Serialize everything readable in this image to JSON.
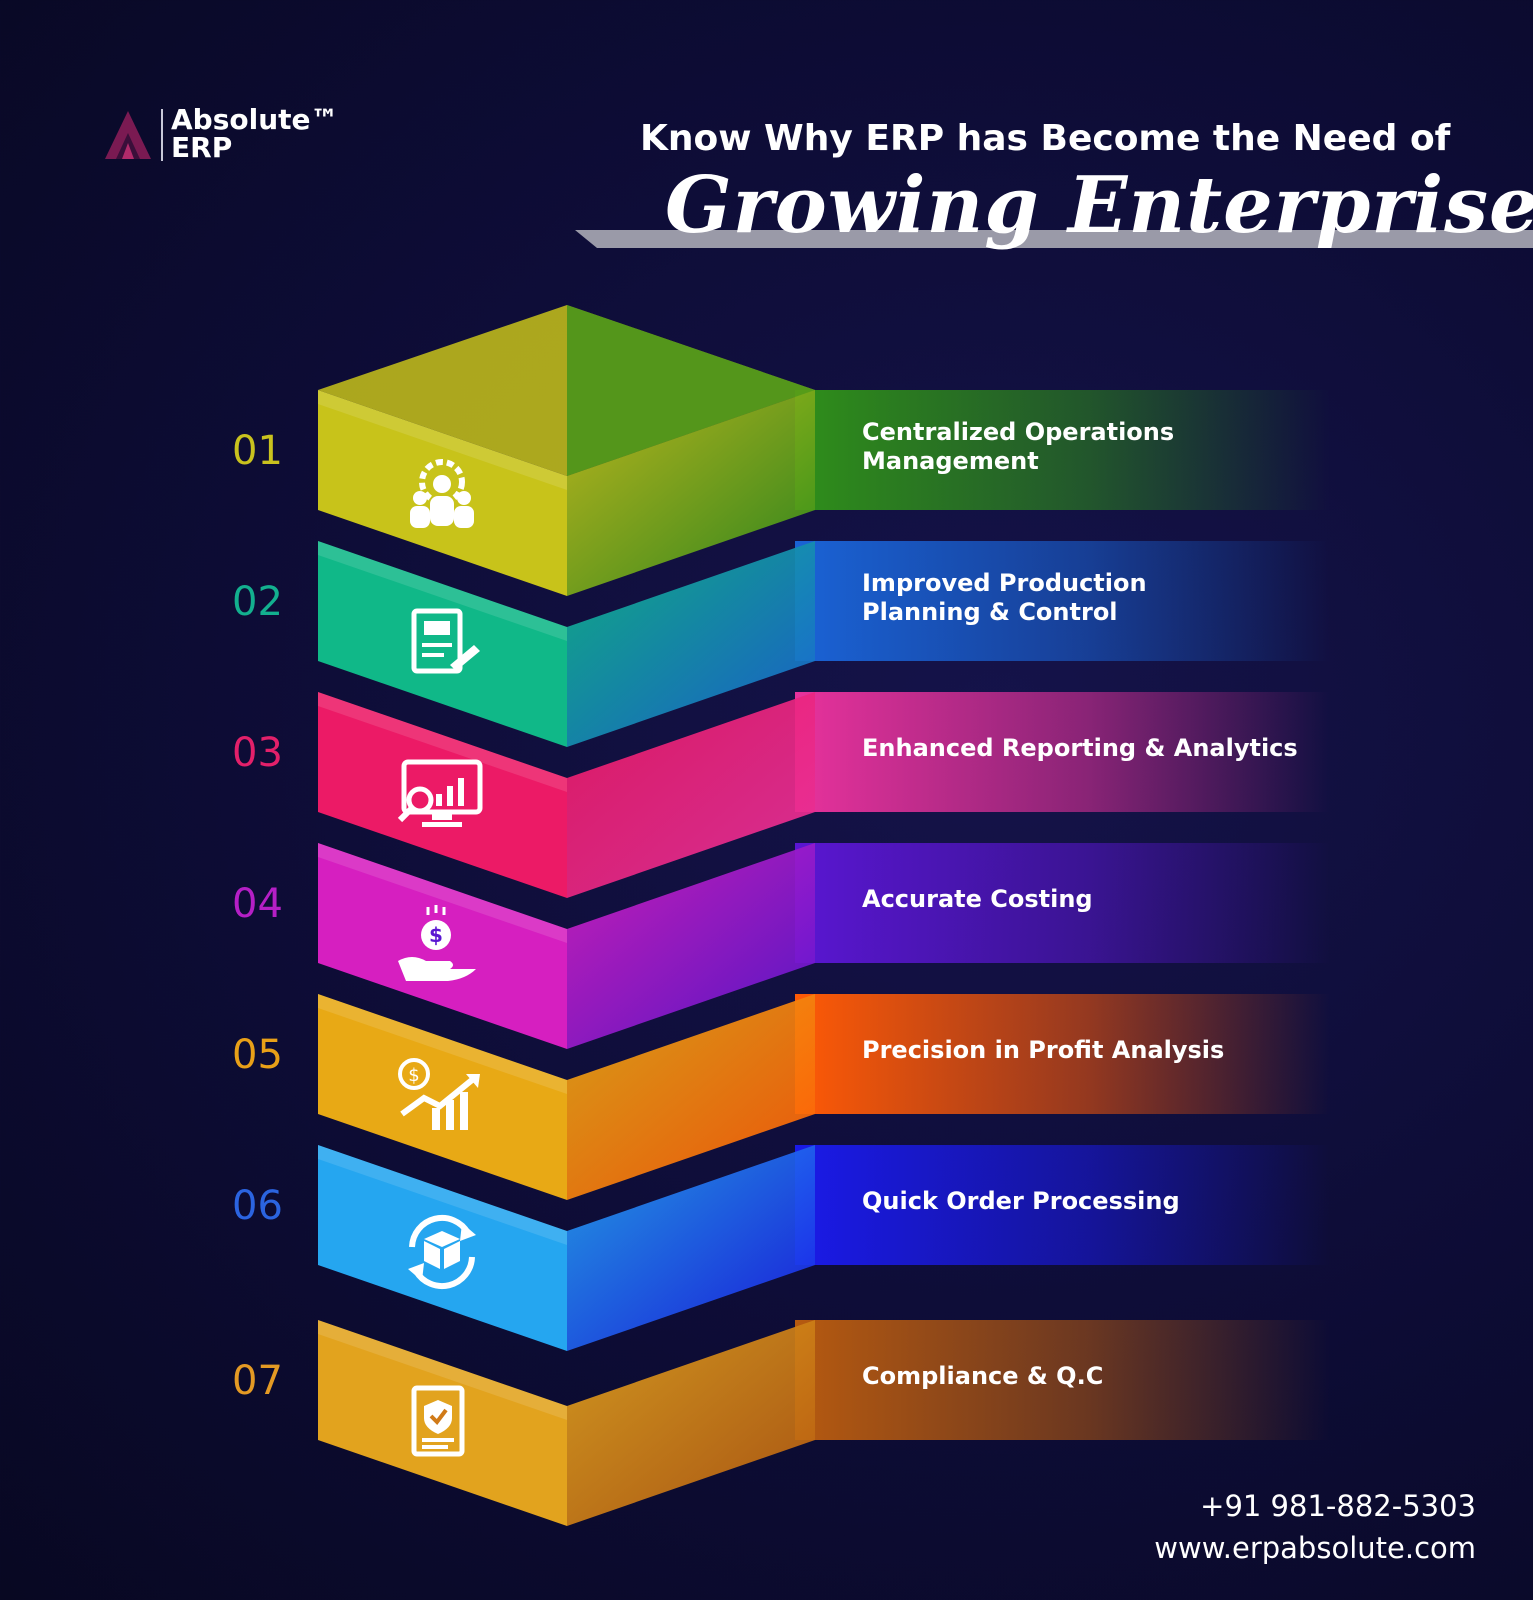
{
  "brand": {
    "name_line1": "Absolute™",
    "name_line2": "ERP",
    "mark_color": "#7a1a52"
  },
  "heading": {
    "line1": "Know Why ERP has Become the Need of",
    "line2": "Growing Enterprises"
  },
  "steps": [
    {
      "number": "01",
      "label_lines": [
        "Centralized Operations",
        "Management"
      ],
      "icon": "team-gear-icon",
      "color": "#c8c31a",
      "color2": "#2f8f1a",
      "number_color": "#c9c21e"
    },
    {
      "number": "02",
      "label_lines": [
        "Improved Production",
        "Planning & Control"
      ],
      "icon": "production-plan-icon",
      "color": "#10b888",
      "color2": "#1a63d6",
      "number_color": "#13b08f"
    },
    {
      "number": "03",
      "label_lines": [
        "Enhanced Reporting & Analytics"
      ],
      "icon": "analytics-monitor-icon",
      "color": "#ec1a66",
      "color2": "#e8329c",
      "number_color": "#e3206a"
    },
    {
      "number": "04",
      "label_lines": [
        "Accurate Costing"
      ],
      "icon": "hand-coin-icon",
      "color": "#d61fc0",
      "color2": "#5a16d2",
      "number_color": "#b51fc6"
    },
    {
      "number": "05",
      "label_lines": [
        "Precision in Profit Analysis"
      ],
      "icon": "profit-growth-icon",
      "color": "#e8a915",
      "color2": "#ff5a06",
      "number_color": "#e8a018"
    },
    {
      "number": "06",
      "label_lines": [
        "Quick Order Processing"
      ],
      "icon": "order-cycle-icon",
      "color": "#25a6f0",
      "color2": "#1a1ae8",
      "number_color": "#2b64e0"
    },
    {
      "number": "07",
      "label_lines": [
        "Compliance & Q.C"
      ],
      "icon": "compliance-doc-icon",
      "color": "#e2a31e",
      "color2": "#b65a10",
      "number_color": "#e49a24"
    }
  ],
  "contact": {
    "phone": "+91 981-882-5303",
    "website": "www.erpabsolute.com"
  }
}
